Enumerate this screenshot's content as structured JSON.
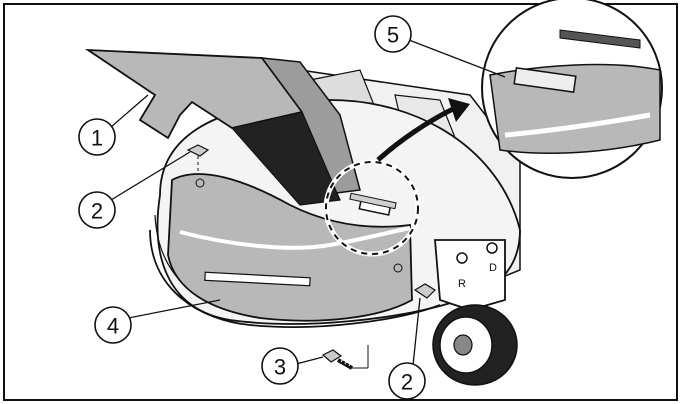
{
  "callouts": [
    {
      "id": "c1",
      "number": "1"
    },
    {
      "id": "c2a",
      "number": "2"
    },
    {
      "id": "c2b",
      "number": "2"
    },
    {
      "id": "c3",
      "number": "3"
    },
    {
      "id": "c4",
      "number": "4"
    },
    {
      "id": "c5",
      "number": "5"
    }
  ],
  "panel_labels": {
    "r": "R",
    "d": "D"
  },
  "colors": {
    "line": "#111111",
    "shade": "#b8b8b8",
    "light_shade": "#d6d6d6",
    "white": "#ffffff",
    "dark": "#222222"
  }
}
